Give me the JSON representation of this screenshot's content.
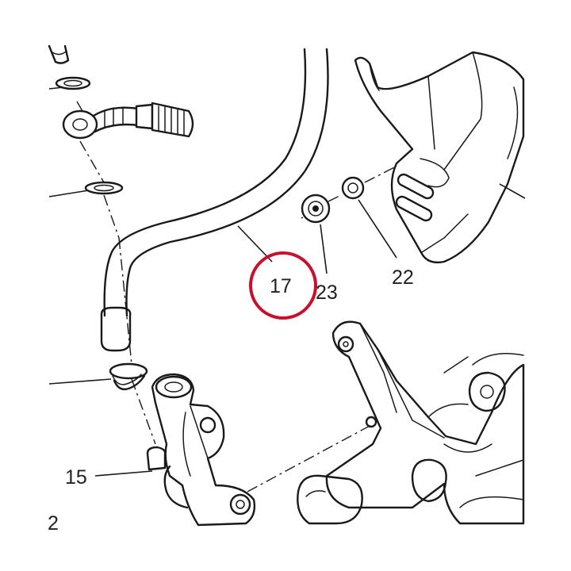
{
  "callouts": {
    "c15": "15",
    "c17": "17",
    "c22": "22",
    "c23": "23",
    "c_partial": "2"
  },
  "highlight": {
    "target": "17",
    "color": "#c8102e"
  }
}
